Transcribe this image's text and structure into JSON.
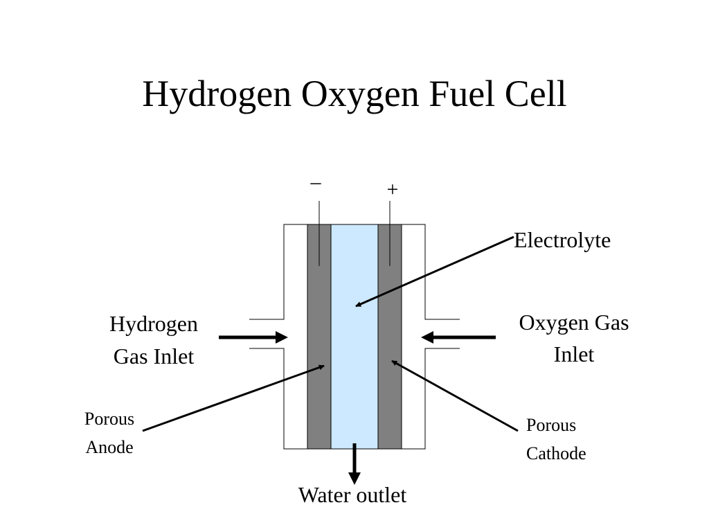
{
  "title": "Hydrogen Oxygen Fuel Cell",
  "terminals": {
    "negative": "–",
    "positive": "+"
  },
  "labels": {
    "electrolyte": "Electrolyte",
    "hydrogen_inlet": [
      "Hydrogen",
      "Gas Inlet"
    ],
    "oxygen_inlet": [
      "Oxygen Gas",
      "Inlet"
    ],
    "anode": [
      "Porous",
      "Anode"
    ],
    "cathode": [
      "Porous",
      "Cathode"
    ],
    "water_outlet": "Water outlet"
  },
  "colors": {
    "electrode": "#808080",
    "electrolyte": "#cce9ff",
    "line": "#000000",
    "background": "#ffffff"
  }
}
